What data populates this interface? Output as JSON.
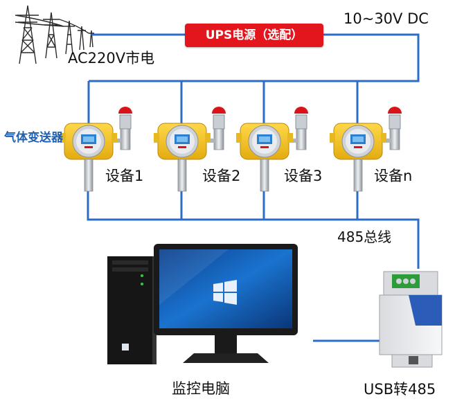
{
  "power": {
    "mains_label": "AC220V市电",
    "dc_label": "10~30V DC",
    "ups_label": "UPS电源（选配）"
  },
  "transmitter_group_label": "气体变送器",
  "devices": [
    {
      "label": "设备1"
    },
    {
      "label": "设备2"
    },
    {
      "label": "设备3"
    },
    {
      "label": "设备n"
    }
  ],
  "bus_label": "485总线",
  "computer_label": "监控电脑",
  "converter_label": "USB转485",
  "colors": {
    "wire": "#2b6cc4",
    "ups_red": "#e3161d",
    "device_yellow": "#f2c31b",
    "alarm_red": "#d8141a",
    "label_blue": "#1e5fb0"
  }
}
